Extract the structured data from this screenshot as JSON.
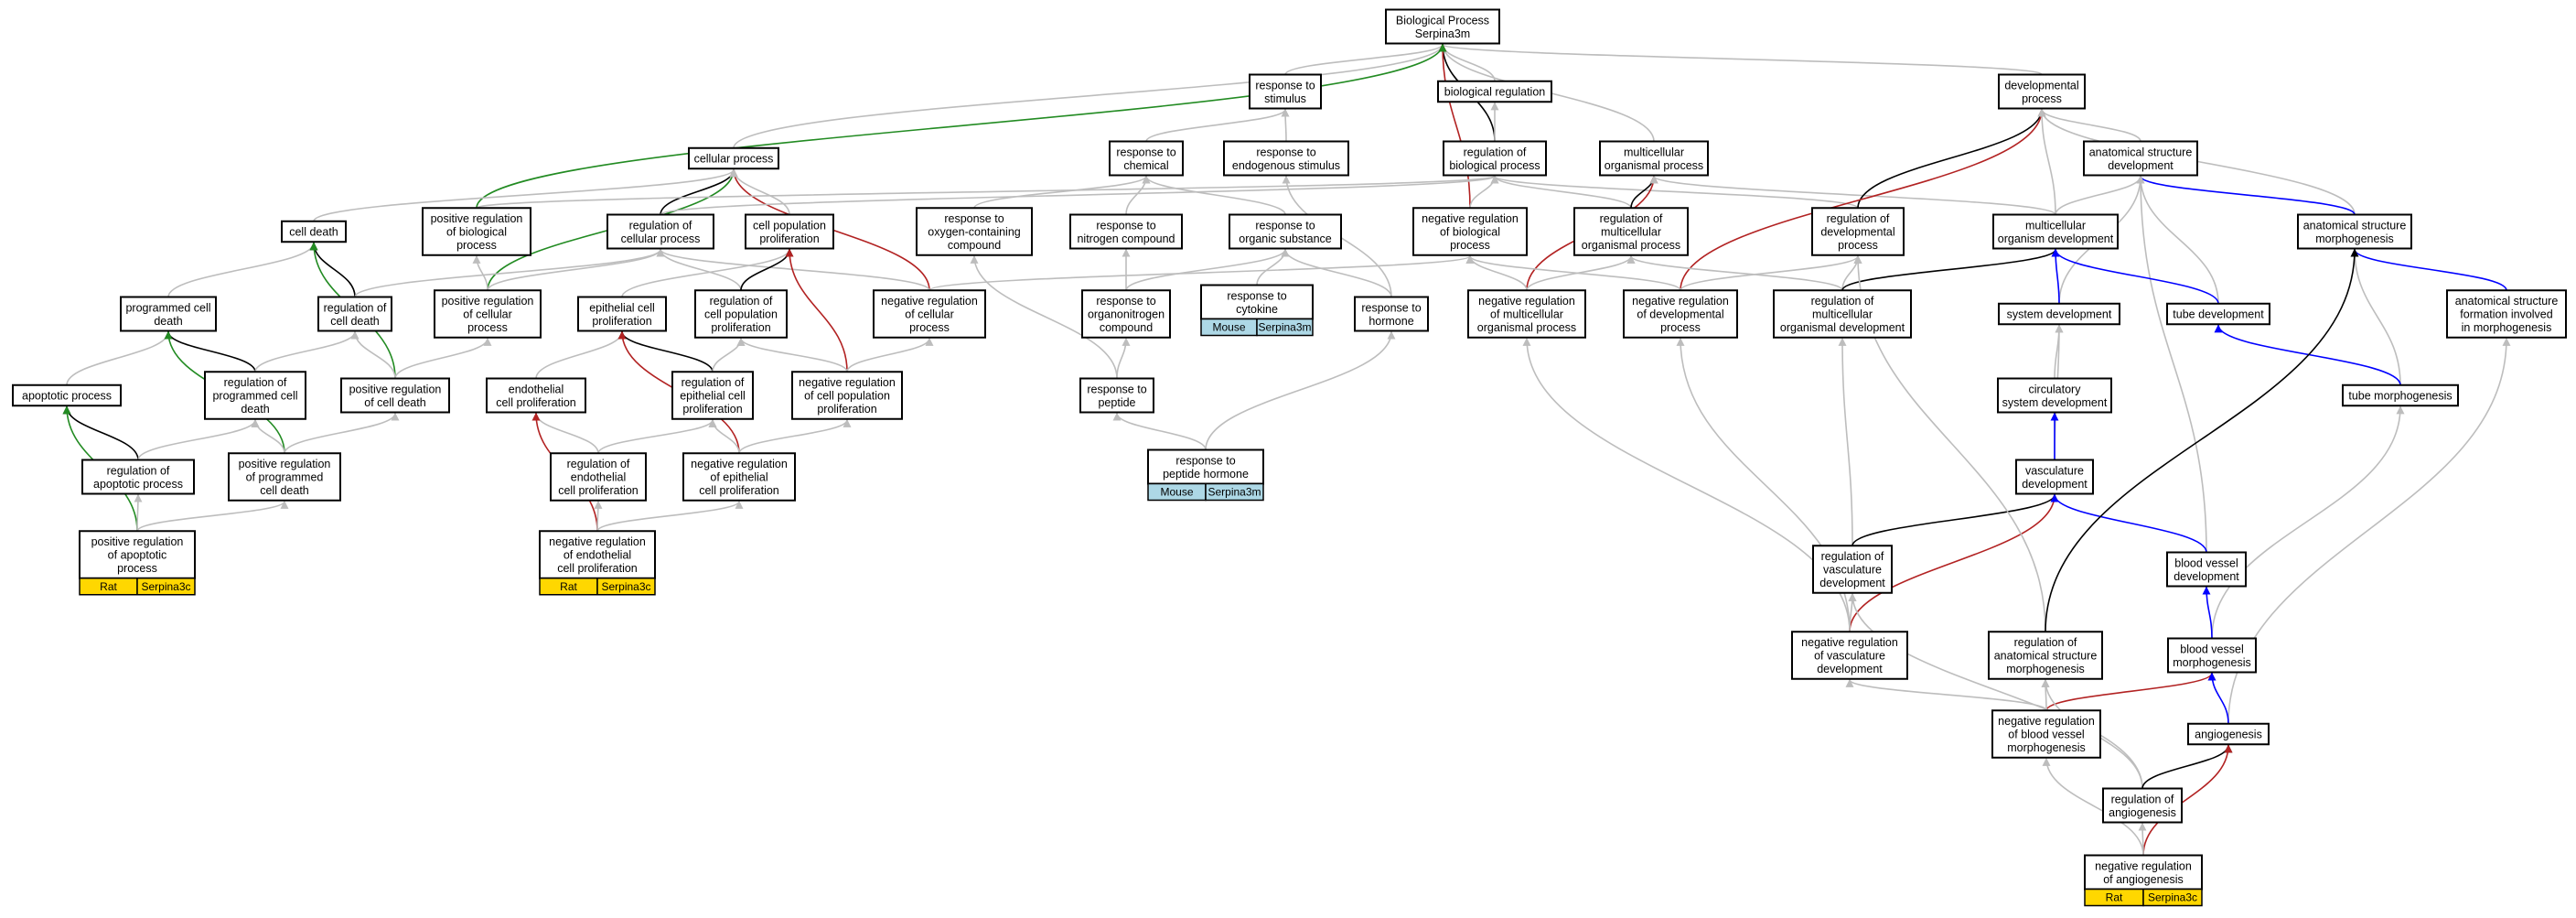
{
  "colors": {
    "gray": "#bdbdbd",
    "black": "#000000",
    "green": "#228b22",
    "red": "#b22222",
    "blue": "#0000ff",
    "rat": "#ffd700",
    "mouse": "#add8e6"
  },
  "nodes": {
    "bp": [
      "Biological Process",
      "Serpina3m"
    ],
    "rstim": [
      "response to",
      "stimulus"
    ],
    "breg": [
      "biological regulation"
    ],
    "devp": [
      "developmental",
      "process"
    ],
    "cellp": [
      "cellular process"
    ],
    "rchem": [
      "response to",
      "chemical"
    ],
    "rendo": [
      "response to",
      "endogenous stimulus"
    ],
    "regbio": [
      "regulation of",
      "biological process"
    ],
    "multip": [
      "multicellular",
      "organismal process"
    ],
    "anatdev": [
      "anatomical structure",
      "development"
    ],
    "celldeath": [
      "cell death"
    ],
    "posregbio": [
      "positive regulation",
      "of biological",
      "process"
    ],
    "regcell": [
      "regulation of",
      "cellular process"
    ],
    "cellprolif": [
      "cell population",
      "proliferation"
    ],
    "roxy": [
      "response to",
      "oxygen-containing",
      "compound"
    ],
    "rnitro": [
      "response to",
      "nitrogen compound"
    ],
    "rorgsub": [
      "response to",
      "organic substance"
    ],
    "negregbio": [
      "negative regulation",
      "of biological",
      "process"
    ],
    "regmulti": [
      "regulation of",
      "multicellular",
      "organismal process"
    ],
    "regdev": [
      "regulation of",
      "developmental",
      "process"
    ],
    "multidev": [
      "multicellular",
      "organism development"
    ],
    "anatmorph": [
      "anatomical structure",
      "morphogenesis"
    ],
    "pcd": [
      "programmed cell",
      "death"
    ],
    "regcd": [
      "regulation of",
      "cell death"
    ],
    "posregcell": [
      "positive regulation",
      "of cellular",
      "process"
    ],
    "epiprolif": [
      "epithelial cell",
      "proliferation"
    ],
    "regcellprolif": [
      "regulation of",
      "cell population",
      "proliferation"
    ],
    "negregcell": [
      "negative regulation",
      "of cellular",
      "process"
    ],
    "rorgnitro": [
      "response to",
      "organonitrogen",
      "compound"
    ],
    "rcyto": [
      "response to",
      "cytokine"
    ],
    "rhorm": [
      "response to",
      "hormone"
    ],
    "negregmulti": [
      "negative regulation",
      "of multicellular",
      "organismal process"
    ],
    "negregdev": [
      "negative regulation",
      "of developmental",
      "process"
    ],
    "regmultidev": [
      "regulation of",
      "multicellular",
      "organismal development"
    ],
    "sysdev": [
      "system development"
    ],
    "tubedev": [
      "tube development"
    ],
    "anatform": [
      "anatomical structure",
      "formation involved",
      "in morphogenesis"
    ],
    "apop": [
      "apoptotic process"
    ],
    "regpcd": [
      "regulation of",
      "programmed cell",
      "death"
    ],
    "posregcd": [
      "positive regulation",
      "of cell death"
    ],
    "endoprolif": [
      "endothelial",
      "cell proliferation"
    ],
    "regepi": [
      "regulation of",
      "epithelial cell",
      "proliferation"
    ],
    "negregcellprolif": [
      "negative regulation",
      "of cell population",
      "proliferation"
    ],
    "rpep": [
      "response to",
      "peptide"
    ],
    "circdev": [
      "circulatory",
      "system development"
    ],
    "tubemorph": [
      "tube morphogenesis"
    ],
    "regapop": [
      "regulation of",
      "apoptotic process"
    ],
    "posregpcd": [
      "positive regulation",
      "of programmed",
      "cell death"
    ],
    "regendo": [
      "regulation of",
      "endothelial",
      "cell proliferation"
    ],
    "negregepi": [
      "negative regulation",
      "of epithelial",
      "cell proliferation"
    ],
    "rpephorm": [
      "response to",
      "peptide hormone"
    ],
    "vascdev": [
      "vasculature",
      "development"
    ],
    "posregapop": [
      "positive regulation",
      "of apoptotic",
      "process"
    ],
    "negregendo": [
      "negative regulation",
      "of endothelial",
      "cell proliferation"
    ],
    "regvasc": [
      "regulation of",
      "vasculature",
      "development"
    ],
    "bvdev": [
      "blood vessel",
      "development"
    ],
    "negregvasc": [
      "negative regulation",
      "of vasculature",
      "development"
    ],
    "reganat": [
      "regulation of",
      "anatomical structure",
      "morphogenesis"
    ],
    "bvmorph": [
      "blood vessel",
      "morphogenesis"
    ],
    "negregbv": [
      "negative regulation",
      "of blood vessel",
      "morphogenesis"
    ],
    "angio": [
      "angiogenesis"
    ],
    "regangio": [
      "regulation of",
      "angiogenesis"
    ],
    "negregangio": [
      "negative regulation",
      "of angiogenesis"
    ]
  },
  "annotations": {
    "posregapop": [
      "Rat",
      "Serpina3c"
    ],
    "negregendo": [
      "Rat",
      "Serpina3c"
    ],
    "rcyto": [
      "Mouse",
      "Serpina3m"
    ],
    "rpephorm": [
      "Mouse",
      "Serpina3m"
    ],
    "negregangio": [
      "Rat",
      "Serpina3c"
    ]
  },
  "edges": [
    [
      "rstim",
      "bp",
      "gray"
    ],
    [
      "breg",
      "bp",
      "gray"
    ],
    [
      "devp",
      "bp",
      "gray"
    ],
    [
      "cellp",
      "bp",
      "gray"
    ],
    [
      "multip",
      "bp",
      "gray"
    ],
    [
      "regbio",
      "bp",
      "black"
    ],
    [
      "negregbio",
      "bp",
      "red"
    ],
    [
      "posregbio",
      "bp",
      "green"
    ],
    [
      "regbio",
      "breg",
      "gray"
    ],
    [
      "rchem",
      "rstim",
      "gray"
    ],
    [
      "rendo",
      "rstim",
      "gray"
    ],
    [
      "regcell",
      "cellp",
      "black"
    ],
    [
      "posregcell",
      "cellp",
      "green"
    ],
    [
      "negregcell",
      "cellp",
      "red"
    ],
    [
      "celldeath",
      "cellp",
      "gray"
    ],
    [
      "cellprolif",
      "cellp",
      "gray"
    ],
    [
      "roxy",
      "rchem",
      "gray"
    ],
    [
      "rnitro",
      "rchem",
      "gray"
    ],
    [
      "rorgsub",
      "rchem",
      "gray"
    ],
    [
      "rhorm",
      "rendo",
      "gray"
    ],
    [
      "posregbio",
      "regbio",
      "gray"
    ],
    [
      "negregbio",
      "regbio",
      "gray"
    ],
    [
      "regcell",
      "regbio",
      "gray"
    ],
    [
      "regmulti",
      "regbio",
      "gray"
    ],
    [
      "regdev",
      "regbio",
      "gray"
    ],
    [
      "regmulti",
      "multip",
      "black"
    ],
    [
      "negregmulti",
      "multip",
      "red"
    ],
    [
      "multidev",
      "multip",
      "gray"
    ],
    [
      "anatdev",
      "devp",
      "gray"
    ],
    [
      "regdev",
      "devp",
      "black"
    ],
    [
      "negregdev",
      "devp",
      "red"
    ],
    [
      "anatmorph",
      "devp",
      "gray"
    ],
    [
      "multidev",
      "devp",
      "gray"
    ],
    [
      "anatmorph",
      "anatdev",
      "blue"
    ],
    [
      "multidev",
      "anatdev",
      "gray"
    ],
    [
      "sysdev",
      "anatdev",
      "gray"
    ],
    [
      "tubedev",
      "anatdev",
      "gray"
    ],
    [
      "bvdev",
      "anatdev",
      "gray"
    ],
    [
      "pcd",
      "celldeath",
      "gray"
    ],
    [
      "regcd",
      "celldeath",
      "black"
    ],
    [
      "posregcd",
      "celldeath",
      "green"
    ],
    [
      "posregcell",
      "posregbio",
      "gray"
    ],
    [
      "posregcell",
      "regcell",
      "gray"
    ],
    [
      "negregcell",
      "regcell",
      "gray"
    ],
    [
      "regcd",
      "regcell",
      "gray"
    ],
    [
      "regcellprolif",
      "regcell",
      "gray"
    ],
    [
      "epiprolif",
      "cellprolif",
      "gray"
    ],
    [
      "regcellprolif",
      "cellprolif",
      "black"
    ],
    [
      "negregcellprolif",
      "cellprolif",
      "red"
    ],
    [
      "rorgnitro",
      "rnitro",
      "gray"
    ],
    [
      "rorgnitro",
      "rorgsub",
      "gray"
    ],
    [
      "rcyto",
      "rorgsub",
      "gray"
    ],
    [
      "rhorm",
      "rorgsub",
      "gray"
    ],
    [
      "negregcell",
      "negregbio",
      "gray"
    ],
    [
      "negregmulti",
      "negregbio",
      "gray"
    ],
    [
      "negregdev",
      "negregbio",
      "gray"
    ],
    [
      "negregmulti",
      "regmulti",
      "gray"
    ],
    [
      "regmultidev",
      "regmulti",
      "gray"
    ],
    [
      "negregdev",
      "regdev",
      "gray"
    ],
    [
      "regmultidev",
      "regdev",
      "gray"
    ],
    [
      "regmultidev",
      "multidev",
      "black"
    ],
    [
      "sysdev",
      "multidev",
      "blue"
    ],
    [
      "tubedev",
      "multidev",
      "blue"
    ],
    [
      "anatform",
      "anatmorph",
      "blue"
    ],
    [
      "tubemorph",
      "anatmorph",
      "gray"
    ],
    [
      "apop",
      "pcd",
      "gray"
    ],
    [
      "regpcd",
      "pcd",
      "black"
    ],
    [
      "posregpcd",
      "pcd",
      "green"
    ],
    [
      "regpcd",
      "regcd",
      "gray"
    ],
    [
      "posregcd",
      "regcd",
      "gray"
    ],
    [
      "posregcd",
      "posregcell",
      "gray"
    ],
    [
      "endoprolif",
      "epiprolif",
      "gray"
    ],
    [
      "regepi",
      "epiprolif",
      "black"
    ],
    [
      "negregepi",
      "epiprolif",
      "red"
    ],
    [
      "regepi",
      "regcellprolif",
      "gray"
    ],
    [
      "negregcellprolif",
      "regcellprolif",
      "gray"
    ],
    [
      "negregcellprolif",
      "negregcell",
      "gray"
    ],
    [
      "rpep",
      "roxy",
      "gray"
    ],
    [
      "rpep",
      "rorgnitro",
      "gray"
    ],
    [
      "rpephorm",
      "rpep",
      "gray"
    ],
    [
      "rpephorm",
      "rhorm",
      "gray"
    ],
    [
      "negregvasc",
      "negregmulti",
      "gray"
    ],
    [
      "negregvasc",
      "negregdev",
      "gray"
    ],
    [
      "regvasc",
      "regmultidev",
      "gray"
    ],
    [
      "circdev",
      "sysdev",
      "gray"
    ],
    [
      "vascdev",
      "sysdev",
      "gray"
    ],
    [
      "tubemorph",
      "tubedev",
      "blue"
    ],
    [
      "angio",
      "anatform",
      "gray"
    ],
    [
      "regapop",
      "apop",
      "black"
    ],
    [
      "posregapop",
      "apop",
      "green"
    ],
    [
      "regapop",
      "regpcd",
      "gray"
    ],
    [
      "posregpcd",
      "regpcd",
      "gray"
    ],
    [
      "posregpcd",
      "posregcd",
      "gray"
    ],
    [
      "regendo",
      "endoprolif",
      "gray"
    ],
    [
      "negregendo",
      "endoprolif",
      "red"
    ],
    [
      "regendo",
      "regepi",
      "gray"
    ],
    [
      "negregepi",
      "regepi",
      "gray"
    ],
    [
      "negregepi",
      "negregcellprolif",
      "gray"
    ],
    [
      "vascdev",
      "circdev",
      "blue"
    ],
    [
      "bvmorph",
      "tubemorph",
      "gray"
    ],
    [
      "posregapop",
      "regapop",
      "gray"
    ],
    [
      "posregapop",
      "posregpcd",
      "gray"
    ],
    [
      "negregendo",
      "regendo",
      "gray"
    ],
    [
      "negregendo",
      "negregepi",
      "gray"
    ],
    [
      "regvasc",
      "vascdev",
      "black"
    ],
    [
      "negregvasc",
      "vascdev",
      "red"
    ],
    [
      "bvdev",
      "vascdev",
      "blue"
    ],
    [
      "negregvasc",
      "regvasc",
      "gray"
    ],
    [
      "bvmorph",
      "bvdev",
      "blue"
    ],
    [
      "reganat",
      "regdev",
      "gray"
    ],
    [
      "reganat",
      "anatmorph",
      "black"
    ],
    [
      "negregbv",
      "bvmorph",
      "red"
    ],
    [
      "negregbv",
      "reganat",
      "gray"
    ],
    [
      "negregbv",
      "negregvasc",
      "gray"
    ],
    [
      "angio",
      "bvmorph",
      "blue"
    ],
    [
      "regangio",
      "regvasc",
      "gray"
    ],
    [
      "regangio",
      "reganat",
      "gray"
    ],
    [
      "regangio",
      "angio",
      "black"
    ],
    [
      "negregangio",
      "angio",
      "red"
    ],
    [
      "negregangio",
      "regangio",
      "gray"
    ],
    [
      "negregangio",
      "negregbv",
      "gray"
    ]
  ]
}
